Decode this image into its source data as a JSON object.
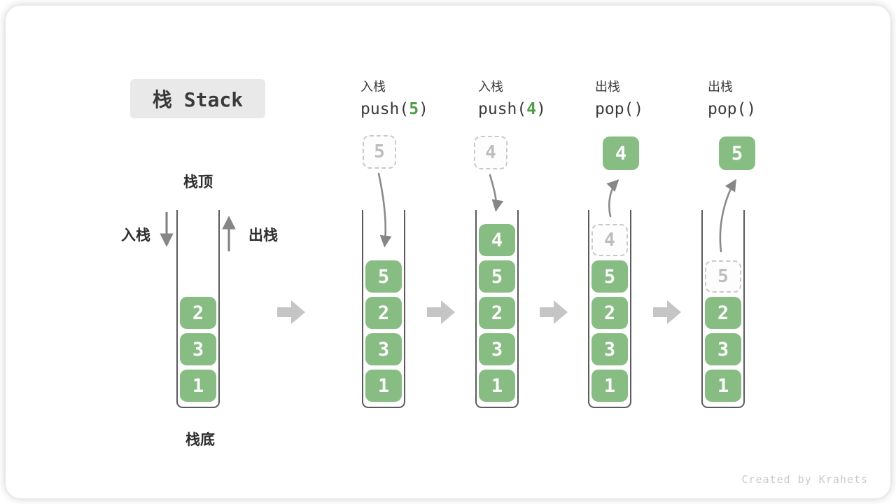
{
  "title": "栈 Stack",
  "watermark": "Created by Krahets",
  "colors": {
    "green": "#87BC82",
    "green-arg": "#4F9B48",
    "ink": "#3A3A3A",
    "ghost-text": "#BDBDBD",
    "arrow": "#868686",
    "chevron": "#C5C5C5",
    "title-bg": "#E9E9E9",
    "watermark": "#C9C9C9"
  },
  "stack_labels": {
    "top": "栈顶",
    "bottom": "栈底",
    "push_side": "入栈",
    "pop_side": "出栈"
  },
  "stages": {
    "s1": {
      "items": [
        "2",
        "3",
        "1"
      ]
    },
    "s2": {
      "op": "入栈",
      "code_pre": "push(",
      "code_arg": "5",
      "code_post": ")",
      "ghost": "5",
      "items": [
        "5",
        "2",
        "3",
        "1"
      ]
    },
    "s3": {
      "op": "入栈",
      "code_pre": "push(",
      "code_arg": "4",
      "code_post": ")",
      "ghost": "4",
      "items": [
        "4",
        "5",
        "2",
        "3",
        "1"
      ]
    },
    "s4": {
      "op": "出栈",
      "code": "pop()",
      "popped": "4",
      "ghost": "4",
      "items": [
        "5",
        "2",
        "3",
        "1"
      ]
    },
    "s5": {
      "op": "出栈",
      "code": "pop()",
      "popped": "5",
      "ghost": "5",
      "items": [
        "2",
        "3",
        "1"
      ]
    }
  }
}
